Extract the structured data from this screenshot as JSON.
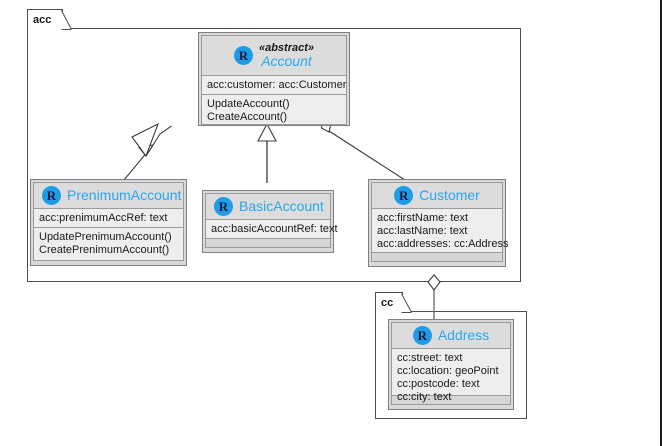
{
  "diagram": {
    "type": "uml-class-diagram",
    "colors": {
      "class_name": "#29a7ef",
      "badge_fill": "#1f9ce8",
      "badge_text": "#141a3c",
      "header_fill": "#dcdcdc",
      "section_fill": "#eeeeee",
      "empty_fill": "#d6d6d6",
      "frame_border": "#4d4d4d",
      "box_border": "#9b9b9b",
      "canvas": "#ffffff"
    }
  },
  "packages": [
    {
      "id": "acc",
      "label": "acc"
    },
    {
      "id": "cc",
      "label": "cc"
    }
  ],
  "classes": [
    {
      "id": "account",
      "icon": "R",
      "stereotype": "«abstract»",
      "name": "Account",
      "abstract": true,
      "attributes": [
        "acc:customer: acc:Customer"
      ],
      "operations": [
        "UpdateAccount()",
        "CreateAccount()"
      ],
      "has_empty_section": false
    },
    {
      "id": "prenimumaccount",
      "icon": "R",
      "stereotype": "",
      "name": "PrenimumAccount",
      "abstract": false,
      "attributes": [
        "acc:prenimumAccRef: text"
      ],
      "operations": [
        "UpdatePrenimumAccount()",
        "CreatePrenimumAccount()"
      ],
      "has_empty_section": false
    },
    {
      "id": "basicaccount",
      "icon": "R",
      "stereotype": "",
      "name": "BasicAccount",
      "abstract": false,
      "attributes": [
        "acc:basicAccountRef: text"
      ],
      "operations": [],
      "has_empty_section": true
    },
    {
      "id": "customer",
      "icon": "R",
      "stereotype": "",
      "name": "Customer",
      "abstract": false,
      "attributes": [
        "acc:firstName: text",
        "acc:lastName: text",
        "acc:addresses: cc:Address"
      ],
      "operations": [],
      "has_empty_section": true
    },
    {
      "id": "address",
      "icon": "R",
      "stereotype": "",
      "name": "Address",
      "abstract": false,
      "attributes": [
        "cc:street: text",
        "cc:location: geoPoint",
        "cc:postcode: text",
        "cc:city: text"
      ],
      "operations": [],
      "has_empty_section": true
    }
  ],
  "relationships": [
    {
      "id": "gen-prenimum",
      "kind": "generalization",
      "from": "prenimumaccount",
      "to": "account",
      "marker": "hollow-triangle"
    },
    {
      "id": "gen-basic",
      "kind": "generalization",
      "from": "basicaccount",
      "to": "account",
      "marker": "hollow-triangle"
    },
    {
      "id": "agg-account-customer",
      "kind": "aggregation",
      "from": "account",
      "to": "customer",
      "marker": "hollow-diamond"
    },
    {
      "id": "agg-customer-address",
      "kind": "aggregation",
      "from": "customer",
      "to": "address",
      "marker": "hollow-diamond"
    }
  ]
}
